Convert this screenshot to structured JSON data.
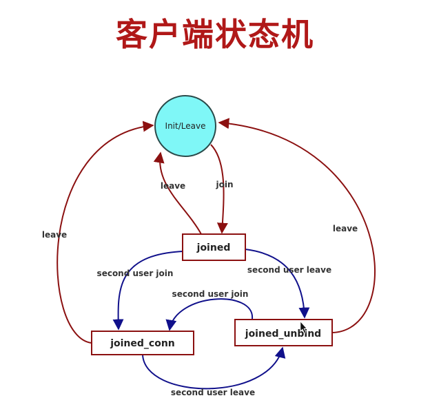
{
  "title": "客户端状态机",
  "states": {
    "init": "Init/Leave",
    "joined": "joined",
    "joined_conn": "joined_conn",
    "joined_unbind": "joined_unbind"
  },
  "transitions": {
    "joined_to_init": "leave",
    "init_to_joined": "join",
    "conn_to_init": "leave",
    "unbind_to_init": "leave",
    "joined_to_conn": "second user join",
    "joined_to_unbind": "second user leave",
    "unbind_to_conn": "second user join",
    "conn_to_unbind": "second user leave"
  },
  "colors": {
    "title": "#b01818",
    "leave_arrow": "#8b1010",
    "user_arrow": "#10108b",
    "init_fill": "#7ff7f7",
    "box_border": "#8b1010"
  }
}
